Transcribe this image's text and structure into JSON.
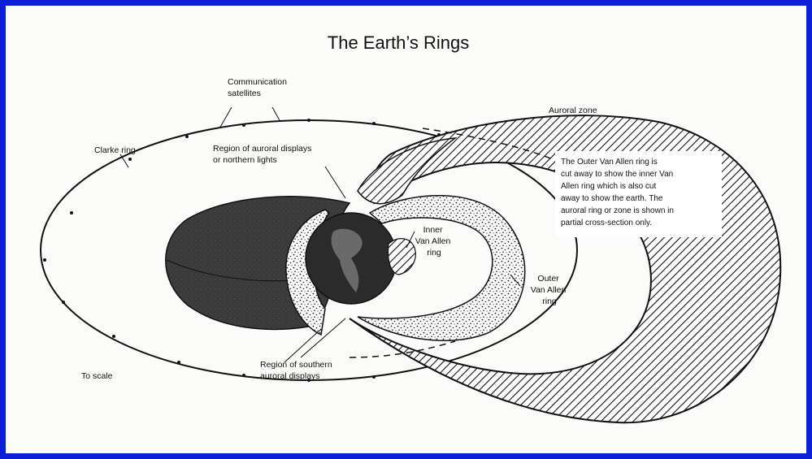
{
  "title": "The Earth’s Rings",
  "labels": {
    "communication_satellites": [
      "Communication",
      "satellites"
    ],
    "clarke_ring": "Clarke ring",
    "auroral_displays": [
      "Region of auroral displays",
      "or northern lights"
    ],
    "auroral_zone": "Auroral zone",
    "inner_van_allen": [
      "Inner",
      "Van Allen",
      "ring"
    ],
    "outer_van_allen": [
      "Outer",
      "Van Allen",
      "ring"
    ],
    "southern_auroral": [
      "Region of southern",
      "auroral displays"
    ],
    "to_scale": "To scale"
  },
  "note_lines": [
    "The Outer Van Allen ring is",
    "cut away to show the inner Van",
    "Allen ring which is also cut",
    "away to show the earth. The",
    "auroral ring or zone is shown in",
    "partial cross-section only."
  ],
  "colors": {
    "frame": "#0b1fd6",
    "ink": "#111111",
    "shaded_body": "#3a3a3a",
    "earth": "#2b2b2b"
  }
}
